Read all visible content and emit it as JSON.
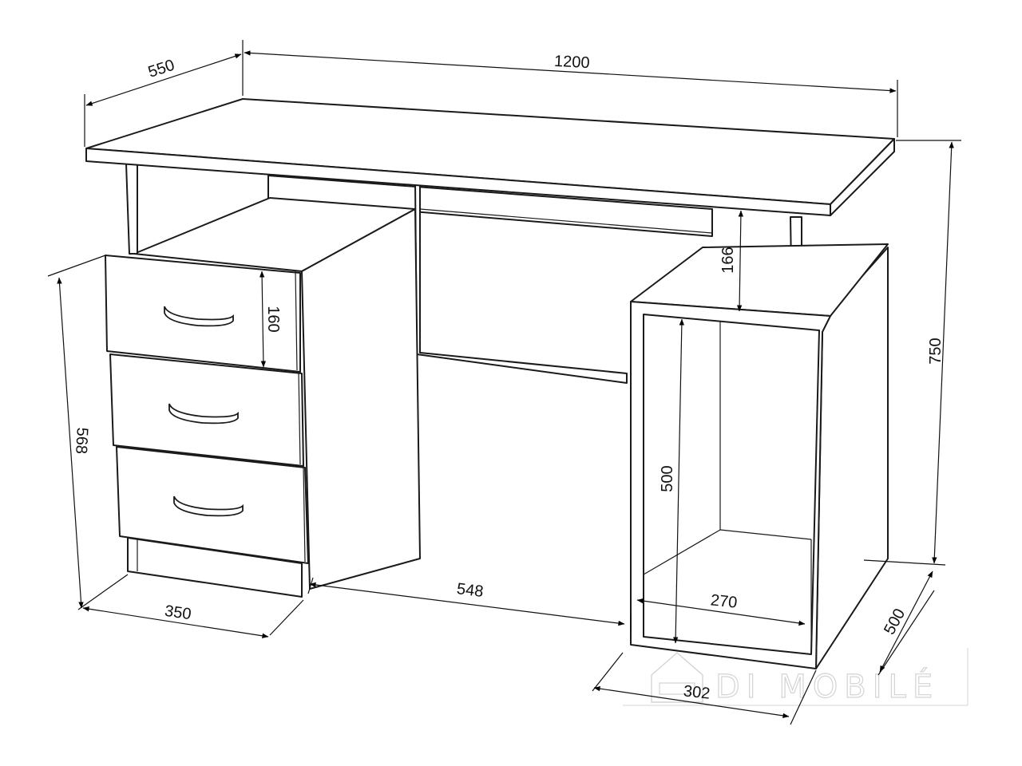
{
  "dimensions": {
    "depth_top": "550",
    "width_top": "1200",
    "height_total": "750",
    "clearance_166": "166",
    "drawer_height": "160",
    "pedestal_height": "568",
    "pedestal_width": "350",
    "knee_space": "548",
    "niche_height": "500",
    "niche_width": "270",
    "depth_bottom": "500",
    "niche_outer_width": "302"
  },
  "watermark": {
    "text": "DI MOBILÉ",
    "icon": "house-logo-icon"
  }
}
